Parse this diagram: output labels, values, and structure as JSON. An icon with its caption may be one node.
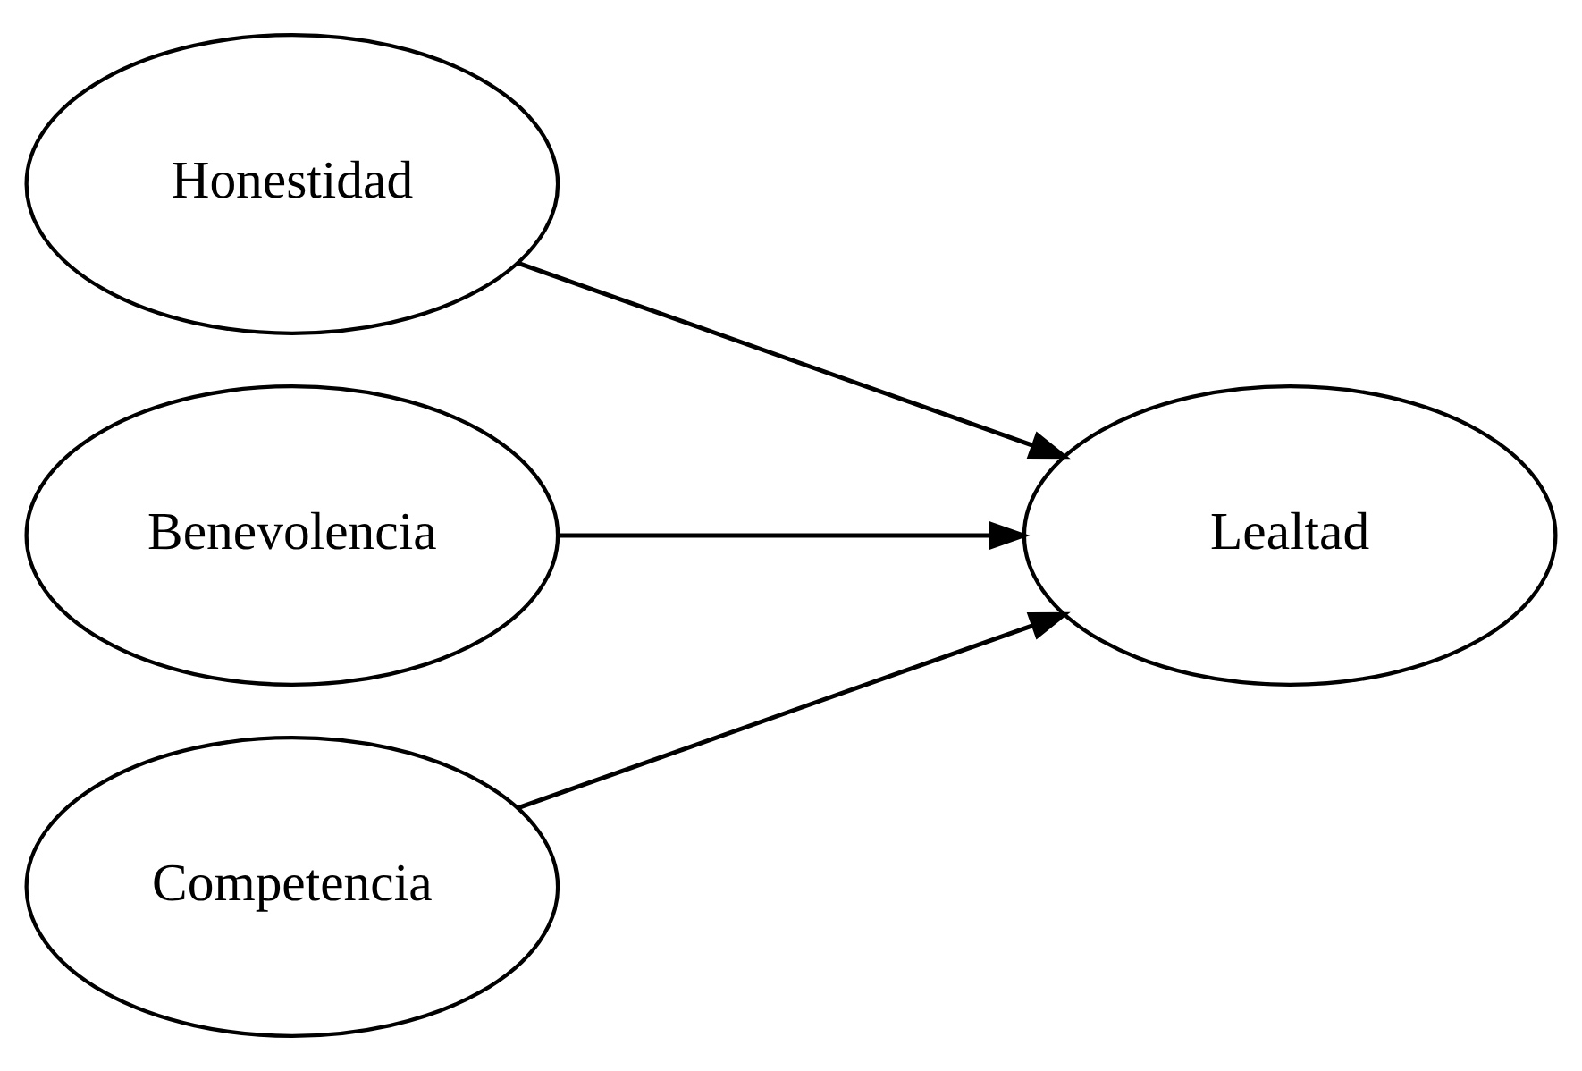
{
  "diagram": {
    "nodes": [
      {
        "text": [
          "Honestidad"
        ]
      },
      {
        "text": [
          "Benevolencia"
        ]
      },
      {
        "text": [
          "Competencia"
        ]
      },
      {
        "text": [
          "Lealtad"
        ]
      }
    ],
    "edges": [
      {
        "from": 0,
        "to": 3,
        "arrow": "to"
      },
      {
        "from": 1,
        "to": 3,
        "arrow": "to"
      },
      {
        "from": 2,
        "to": 3,
        "arrow": "to"
      }
    ]
  }
}
